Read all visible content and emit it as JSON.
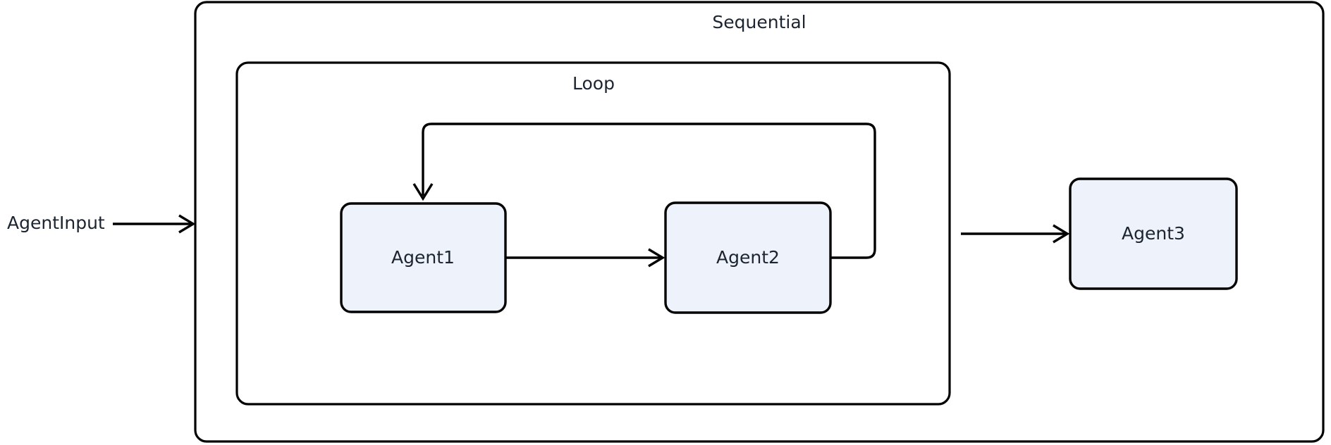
{
  "diagram": {
    "kind": "agent-workflow-flowchart",
    "background_color": "#ffffff",
    "line_color": "#000000",
    "text_color": "#1c2430",
    "node_fill_color": "#eef2fb",
    "groups": [
      {
        "id": "sequential",
        "label": "Sequential",
        "label_position": "top-center"
      },
      {
        "id": "loop",
        "label": "Loop",
        "label_position": "top-center"
      }
    ],
    "inputs": [
      {
        "id": "agent-input",
        "label": "AgentInput"
      }
    ],
    "nodes": [
      {
        "id": "agent1",
        "label": "Agent1",
        "group": "loop"
      },
      {
        "id": "agent2",
        "label": "Agent2",
        "group": "loop"
      },
      {
        "id": "agent3",
        "label": "Agent3",
        "group": "sequential"
      }
    ],
    "edges": [
      {
        "id": "edge-input-sequential",
        "from": "agent-input",
        "to": "sequential",
        "label": ""
      },
      {
        "id": "edge-agent1-agent2",
        "from": "agent1",
        "to": "agent2",
        "label": ""
      },
      {
        "id": "edge-agent2-agent1-loopback",
        "from": "agent2",
        "to": "agent1",
        "label": ""
      },
      {
        "id": "edge-loop-agent3",
        "from": "loop",
        "to": "agent3",
        "label": ""
      }
    ]
  }
}
